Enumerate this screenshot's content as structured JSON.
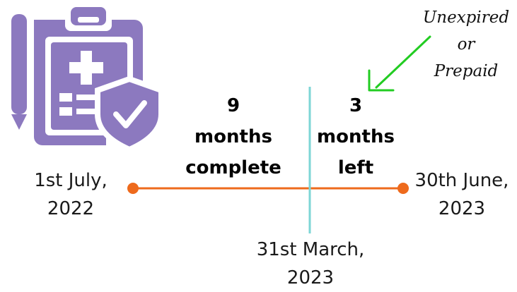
{
  "icon": {
    "name": "medical-record-shield-icon",
    "color": "#8c79bf"
  },
  "annotation": {
    "line1": "Unexpired",
    "line2": "or",
    "line3": "Prepaid",
    "arrow_color": "#22cc22"
  },
  "timeline": {
    "start_date": {
      "line1": "1st July,",
      "line2": "2022"
    },
    "end_date": {
      "line1": "30th June,",
      "line2": "2023"
    },
    "current_date": {
      "line1": "31st March,",
      "line2": "2023"
    },
    "elapsed": {
      "value": "9",
      "line2": "months",
      "line3": "complete"
    },
    "remaining": {
      "value": "3",
      "line2": "months",
      "line3": "left"
    },
    "line_color": "#ee6a1c",
    "marker_color": "#7dd6d6"
  }
}
